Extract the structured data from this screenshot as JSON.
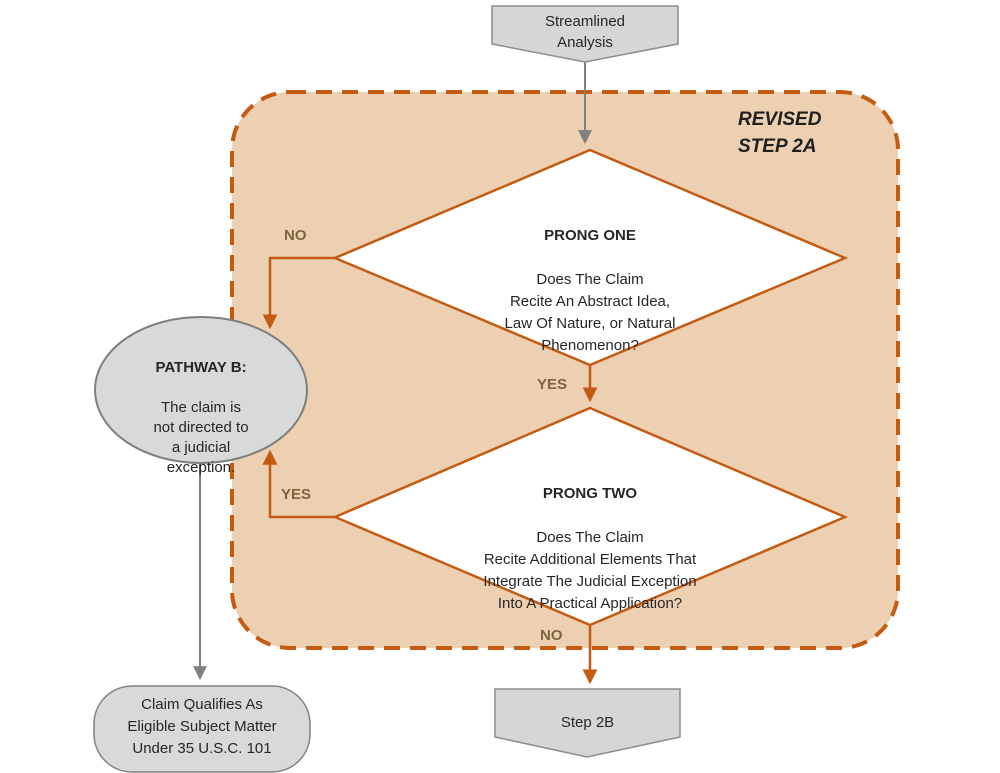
{
  "title": "Revised Step 2A subject matter eligibility flowchart",
  "colors": {
    "accent_orange": "#C55A11",
    "region_fill": "#EDD0B2",
    "gray_shape_fill": "#D9D9D9",
    "gray_shape_stroke": "#7F7F7F",
    "gray_arrow": "#808080",
    "edge_label_brown": "#7D653E",
    "text": "#262626"
  },
  "nodes": {
    "streamlined": {
      "label": "Streamlined\nAnalysis"
    },
    "revised_step": {
      "label": "REVISED\nSTEP 2A"
    },
    "prong_one": {
      "title": "PRONG ONE",
      "body": "Does The Claim\nRecite An Abstract Idea,\nLaw Of Nature, or Natural\nPhenomenon?"
    },
    "prong_two": {
      "title": "PRONG TWO",
      "body": "Does The Claim\nRecite Additional Elements That\nIntegrate The Judicial Exception\nInto A Practical Application?"
    },
    "pathway_b": {
      "title": "PATHWAY B:",
      "body": "The claim is\nnot directed to\na judicial\nexception."
    },
    "step_2b": {
      "label": "Step 2B"
    },
    "claim_qualifies": {
      "label": "Claim Qualifies As\nEligible Subject Matter\nUnder 35 U.S.C. 101"
    }
  },
  "edge_labels": {
    "prong_one_no": "NO",
    "prong_one_yes": "YES",
    "prong_two_yes": "YES",
    "prong_two_no": "NO"
  }
}
